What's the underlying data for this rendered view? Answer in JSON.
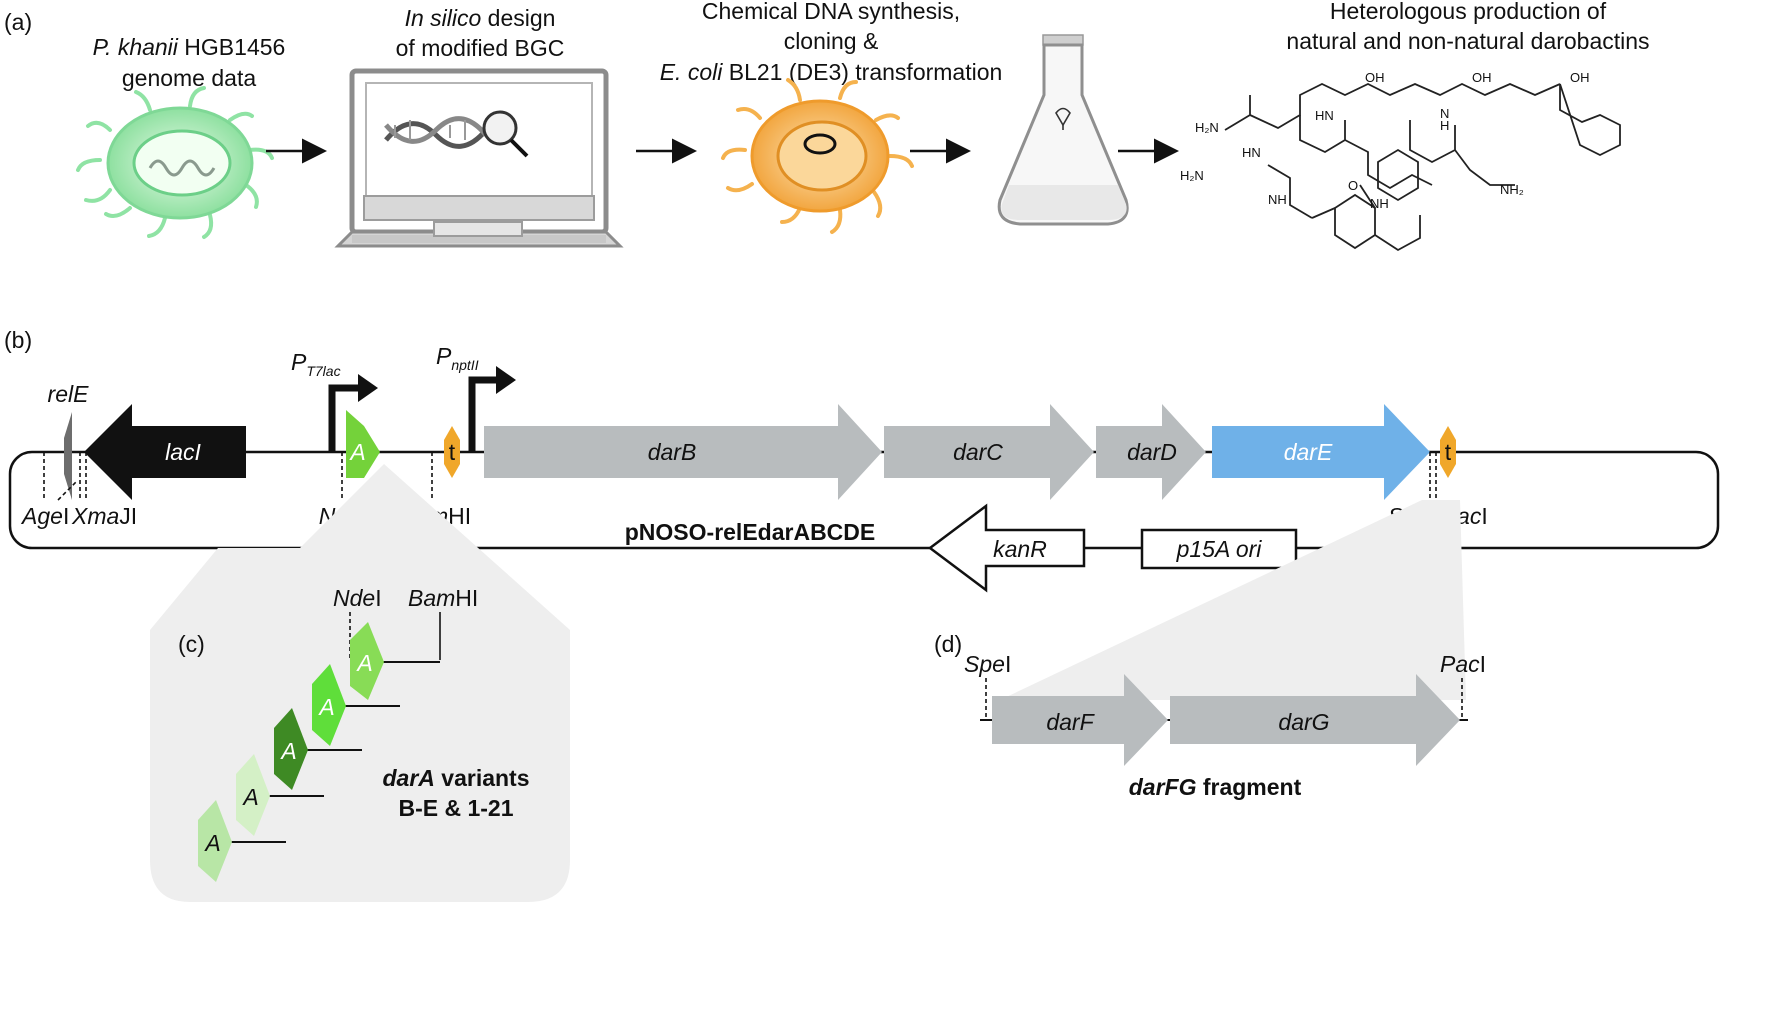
{
  "panel_a": {
    "label": "(a)",
    "step1": {
      "line1_italic": "P. khanii",
      "line1_rest": " HGB1456",
      "line2": "genome data"
    },
    "step2": {
      "line1_italic": "In silico",
      "line1_rest": " design",
      "line2": "of modified BGC"
    },
    "step3": {
      "line1": "Chemical DNA synthesis,",
      "line2": "cloning &",
      "line3_italic": "E. coli",
      "line3_rest": " BL21 (DE3) transformation"
    },
    "step4": {
      "line1": "Heterologous production of",
      "line2": "natural and non-natural darobactins"
    },
    "chem_labels": {
      "nh2_a": "H₂N",
      "nh2_b": "H₂N",
      "nh2_c": "NH₂",
      "oh1": "OH",
      "oh2": "OH",
      "oh3": "OH",
      "o": "O",
      "nh1": "NH",
      "nh2": "NH",
      "hn1": "HN",
      "hn2": "HN",
      "n": "N",
      "h": "H"
    }
  },
  "panel_b": {
    "label": "(b)",
    "plasmid": "pNOSO-relEdarABCDE",
    "genes": {
      "relE": "relE",
      "lacI": "lacI",
      "darA": "A",
      "darB": "darB",
      "darC": "darC",
      "darD": "darD",
      "darE": "darE",
      "kanR": "kanR",
      "p15A": "p15A ori"
    },
    "terminator": "t",
    "promoters": {
      "t7lac_main": "P",
      "t7lac_sub": "T7lac",
      "nptII_main": "P",
      "nptII_sub": "nptII"
    },
    "sites": {
      "ageI_it": "Age",
      "ageI_rest": "I",
      "xmaJI_it": "Xma",
      "xmaJI_rest": "JI",
      "ndeI_it": "Nde",
      "ndeI_rest": "I",
      "bamHI_it": "Bam",
      "bamHI_rest": "HI",
      "speI_it": "Spe",
      "speI_rest": "I/",
      "pacI_it": "Pac",
      "pacI_rest": "I"
    }
  },
  "panel_c": {
    "label": "(c)",
    "variant_letter": "A",
    "caption_line1_italic": "darA",
    "caption_line1_rest": " variants",
    "caption_line2": "B-E & 1-21",
    "site_nde_it": "Nde",
    "site_nde_rest": "I",
    "site_bam_it": "Bam",
    "site_bam_rest": "HI"
  },
  "panel_d": {
    "label": "(d)",
    "genes": {
      "darF": "darF",
      "darG": "darG"
    },
    "site_spe_it": "Spe",
    "site_spe_rest": "I",
    "site_pac_it": "Pac",
    "site_pac_rest": "I",
    "caption_italic": "darFG",
    "caption_rest": " fragment"
  },
  "colors": {
    "gray_gene": "#b8bcbe",
    "blue_gene": "#6fb1e8",
    "black_gene": "#111111",
    "terminator": "#f0a72a",
    "green_main": "#74d23a",
    "shade": "#eeeeee"
  }
}
